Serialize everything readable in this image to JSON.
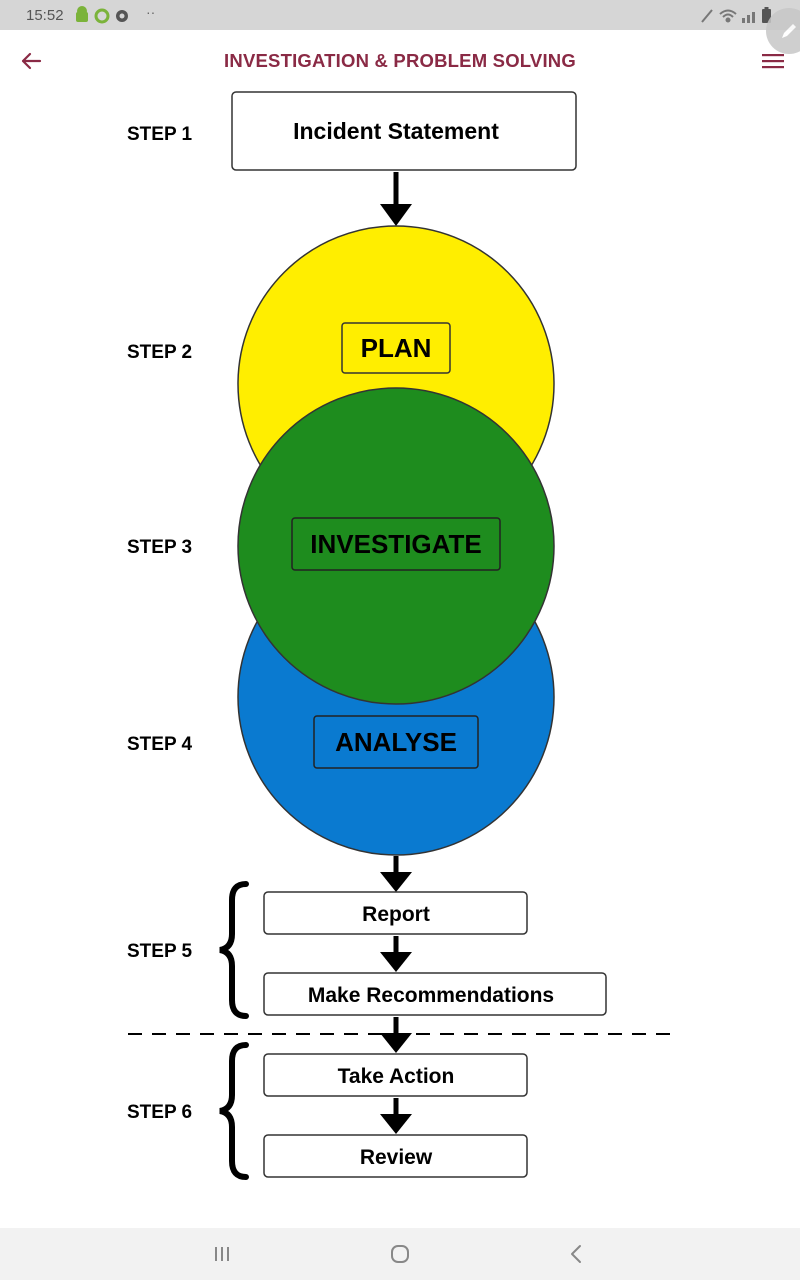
{
  "status_bar": {
    "time": "15:52",
    "dots": "··",
    "icons": [
      "android-icon",
      "gear-notification-icon",
      "sync-icon",
      "pen-icon",
      "wifi-icon",
      "signal-icon",
      "battery-icon"
    ]
  },
  "app_bar": {
    "title": "INVESTIGATION & PROBLEM SOLVING",
    "title_color": "#8a2a45",
    "back_icon": "arrow-left-icon",
    "menu_icon": "hamburger-menu-icon"
  },
  "diagram": {
    "step1": {
      "label": "STEP 1",
      "box": "Incident Statement"
    },
    "step2": {
      "label": "STEP 2",
      "circle": "PLAN",
      "color": "#ffee00"
    },
    "step3": {
      "label": "STEP 3",
      "circle": "INVESTIGATE",
      "color": "#1e8c1e"
    },
    "step4": {
      "label": "STEP 4",
      "circle": "ANALYSE",
      "color": "#0a7ad0"
    },
    "step5": {
      "label": "STEP 5",
      "boxes": [
        "Report",
        "Make Recommendations"
      ]
    },
    "step6": {
      "label": "STEP 6",
      "boxes": [
        "Take Action",
        "Review"
      ]
    }
  },
  "nav_bar": {
    "icons": [
      "recent-apps-icon",
      "home-icon",
      "back-icon"
    ]
  }
}
